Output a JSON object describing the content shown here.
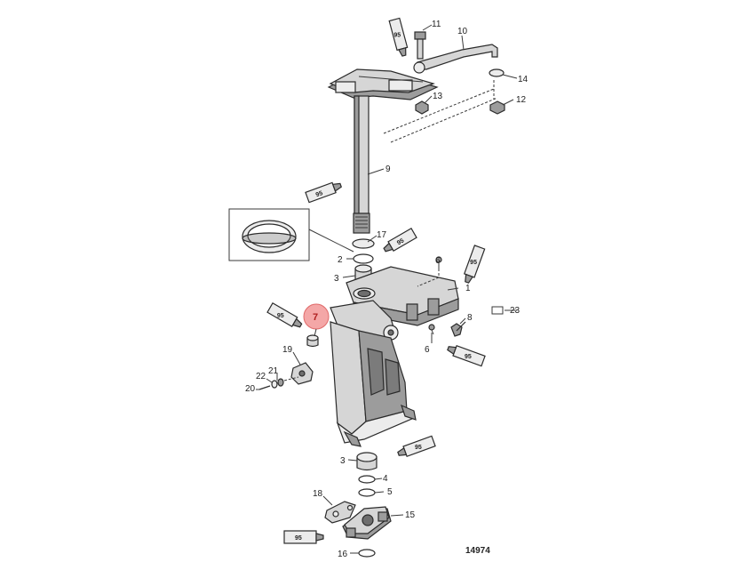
{
  "figure_number": "14974",
  "highlighted_callout": "7",
  "callouts": [
    {
      "id": "c1",
      "text": "1"
    },
    {
      "id": "c2",
      "text": "2"
    },
    {
      "id": "c3a",
      "text": "3"
    },
    {
      "id": "c3b",
      "text": "3"
    },
    {
      "id": "c4",
      "text": "4"
    },
    {
      "id": "c5",
      "text": "5"
    },
    {
      "id": "c6a",
      "text": "6"
    },
    {
      "id": "c6b",
      "text": "6"
    },
    {
      "id": "c8",
      "text": "8"
    },
    {
      "id": "c9",
      "text": "9"
    },
    {
      "id": "c10",
      "text": "10"
    },
    {
      "id": "c11",
      "text": "11"
    },
    {
      "id": "c12",
      "text": "12"
    },
    {
      "id": "c13",
      "text": "13"
    },
    {
      "id": "c14",
      "text": "14"
    },
    {
      "id": "c15",
      "text": "15"
    },
    {
      "id": "c16",
      "text": "16"
    },
    {
      "id": "c17",
      "text": "17"
    },
    {
      "id": "c18",
      "text": "18"
    },
    {
      "id": "c19",
      "text": "19"
    },
    {
      "id": "c20",
      "text": "20"
    },
    {
      "id": "c21",
      "text": "21"
    },
    {
      "id": "c22",
      "text": "22"
    },
    {
      "id": "c23",
      "text": "23"
    }
  ],
  "lubricant_tubes": [
    {
      "id": "t1",
      "text": "95"
    },
    {
      "id": "t2",
      "text": "95"
    },
    {
      "id": "t3",
      "text": "95"
    },
    {
      "id": "t4",
      "text": "95"
    },
    {
      "id": "t5",
      "text": "95"
    },
    {
      "id": "t6",
      "text": "95"
    },
    {
      "id": "t7",
      "text": "95"
    },
    {
      "id": "t8",
      "text": "95"
    }
  ]
}
